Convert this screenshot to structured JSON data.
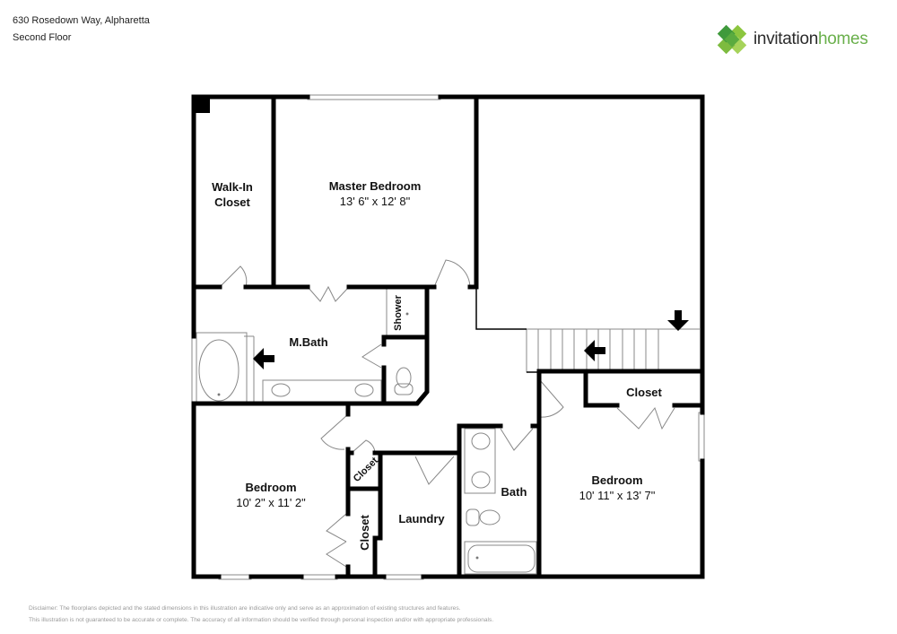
{
  "header": {
    "address": "630 Rosedown Way, Alpharetta",
    "floor": "Second Floor"
  },
  "logo": {
    "icon": "invitation-homes-clover-icon",
    "word1": "invitation",
    "word2": "homes",
    "colors": {
      "dark": "#2b2b2b",
      "green": "#6ab04c",
      "light_green": "#8cc63f",
      "mid_green": "#3f9a3c"
    }
  },
  "rooms": {
    "walkin_closet": {
      "line1": "Walk-In",
      "line2": "Closet"
    },
    "master_bedroom": {
      "name": "Master Bedroom",
      "dims": "13' 6\" x 12' 8\""
    },
    "mbath": {
      "name": "M.Bath"
    },
    "shower": {
      "name": "Shower"
    },
    "bedroom_left": {
      "name": "Bedroom",
      "dims": "10' 2\" x 11' 2\""
    },
    "closet_small": {
      "name": "Closet"
    },
    "closet_tall": {
      "name": "Closet"
    },
    "laundry": {
      "name": "Laundry"
    },
    "bath": {
      "name": "Bath"
    },
    "closet_right": {
      "name": "Closet"
    },
    "bedroom_right": {
      "name": "Bedroom",
      "dims": "10' 11\" x 13' 7\""
    }
  },
  "icons": {
    "arrows": [
      "arrow-left-icon (M.Bath)",
      "arrow-left-icon (stairs)",
      "arrow-down-icon (open to below)"
    ]
  },
  "colors": {
    "wall": "#000000",
    "fixture": "#888888",
    "background": "#ffffff",
    "disclaimer": "#9a9a9a"
  },
  "disclaimer": {
    "line1": "Disclaimer: The floorplans depicted and the stated dimensions in this illustration are indicative only and serve as an approximation of existing structures and features.",
    "line2": "This illustration is not guaranteed to be accurate or complete. The accuracy of all information should be verified through personal inspection and/or with appropriate professionals."
  }
}
